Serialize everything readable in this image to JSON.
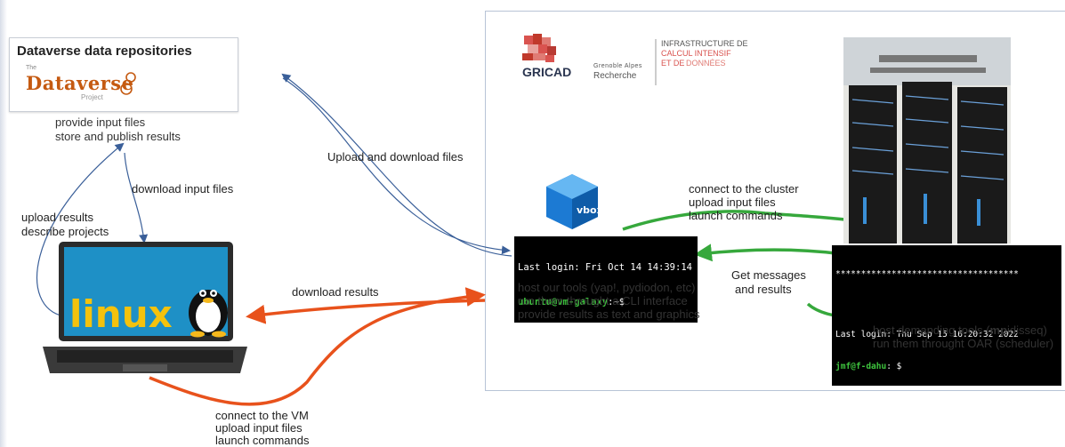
{
  "dataverse": {
    "title": "Dataverse data repositories",
    "logo_the": "The",
    "logo_name": "Dataverse",
    "logo_project": "Project",
    "desc_line1": "provide input files",
    "desc_line2": "store and publish results"
  },
  "arrows": {
    "upload_download_files": "Upload and download files",
    "download_input_files": "download input files",
    "upload_results_line1": "upload results",
    "upload_results_line2": "describe projects",
    "download_results": "download results",
    "connect_vm_line1": "connect to the VM",
    "connect_vm_line2": "upload input files",
    "connect_vm_line3": "launch commands",
    "connect_cluster_line1": "connect to the cluster",
    "connect_cluster_line2": "upload input files",
    "connect_cluster_line3": "launch commands",
    "get_messages_line1": "Get messages",
    "get_messages_line2": "and results"
  },
  "laptop": {
    "screen_text": "linux"
  },
  "vm": {
    "icon_label": "vbox",
    "terminal_line1": "Last login: Fri Oct 14 14:39:14",
    "terminal_prompt": "ubuntu@vm-galaxy",
    "terminal_suffix": ":~$",
    "desc_line1": "host our tools (yap!, pydiodon, etc)",
    "desc_line2": "run them throught a CLI interface",
    "desc_line3": "provide results as text and graphics"
  },
  "gricad": {
    "logo_text": "GRICAD",
    "subtitle_line1": "Grenoble Alpes",
    "subtitle_line2": "Recherche",
    "infra_line1": "INFRASTRUCTURE DE",
    "infra_line2": "CALCUL INTENSIF",
    "infra_line3": "ET DE",
    "infra_line3b": "DONNÉES"
  },
  "cluster": {
    "terminal_stars": "************************************",
    "terminal_line1": "Last login: Thu Sep 15 16:20:32 2022",
    "terminal_prompt": "jmf@f-dahu",
    "terminal_suffix": ": $",
    "desc_line1_pre": "host demanding tools (",
    "desc_line1_bold": "mp",
    "desc_line1_post": "idisseq)",
    "desc_line2": "run them throught OAR (scheduler)"
  },
  "colors": {
    "blue_arrow": "#3a5f99",
    "orange_arrow": "#e8521c",
    "green_arrow": "#36a83c",
    "gricad_red": "#d9534f"
  }
}
